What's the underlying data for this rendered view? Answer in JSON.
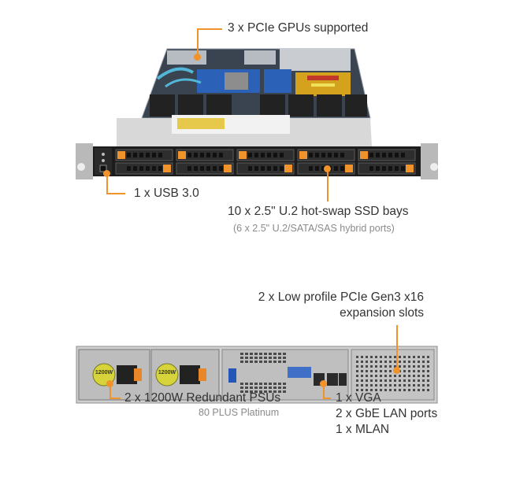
{
  "callouts": {
    "gpu": {
      "text": "3 x PCIe GPUs supported"
    },
    "usb": {
      "text": "1 x USB 3.0"
    },
    "ssd": {
      "text": "10 x 2.5\" U.2 hot-swap SSD bays",
      "sub": "(6 x 2.5\" U.2/SATA/SAS  hybrid ports)"
    },
    "pcie": {
      "line1": "2 x Low profile PCIe Gen3 x16",
      "line2": "expansion slots"
    },
    "psu": {
      "text": "2 x 1200W Redundant PSUs",
      "sub": "80 PLUS Platinum"
    },
    "io": {
      "line1": "1 x VGA",
      "line2": "2 x GbE LAN ports",
      "line3": "1 x MLAN"
    }
  },
  "psu_labels": [
    "1200W",
    "1200W"
  ],
  "colors": {
    "accent": "#f0932b",
    "text": "#333333",
    "subtext": "#8a8a8a",
    "chassis": "#d8d8d8",
    "bezel": "#1c1c1c"
  }
}
